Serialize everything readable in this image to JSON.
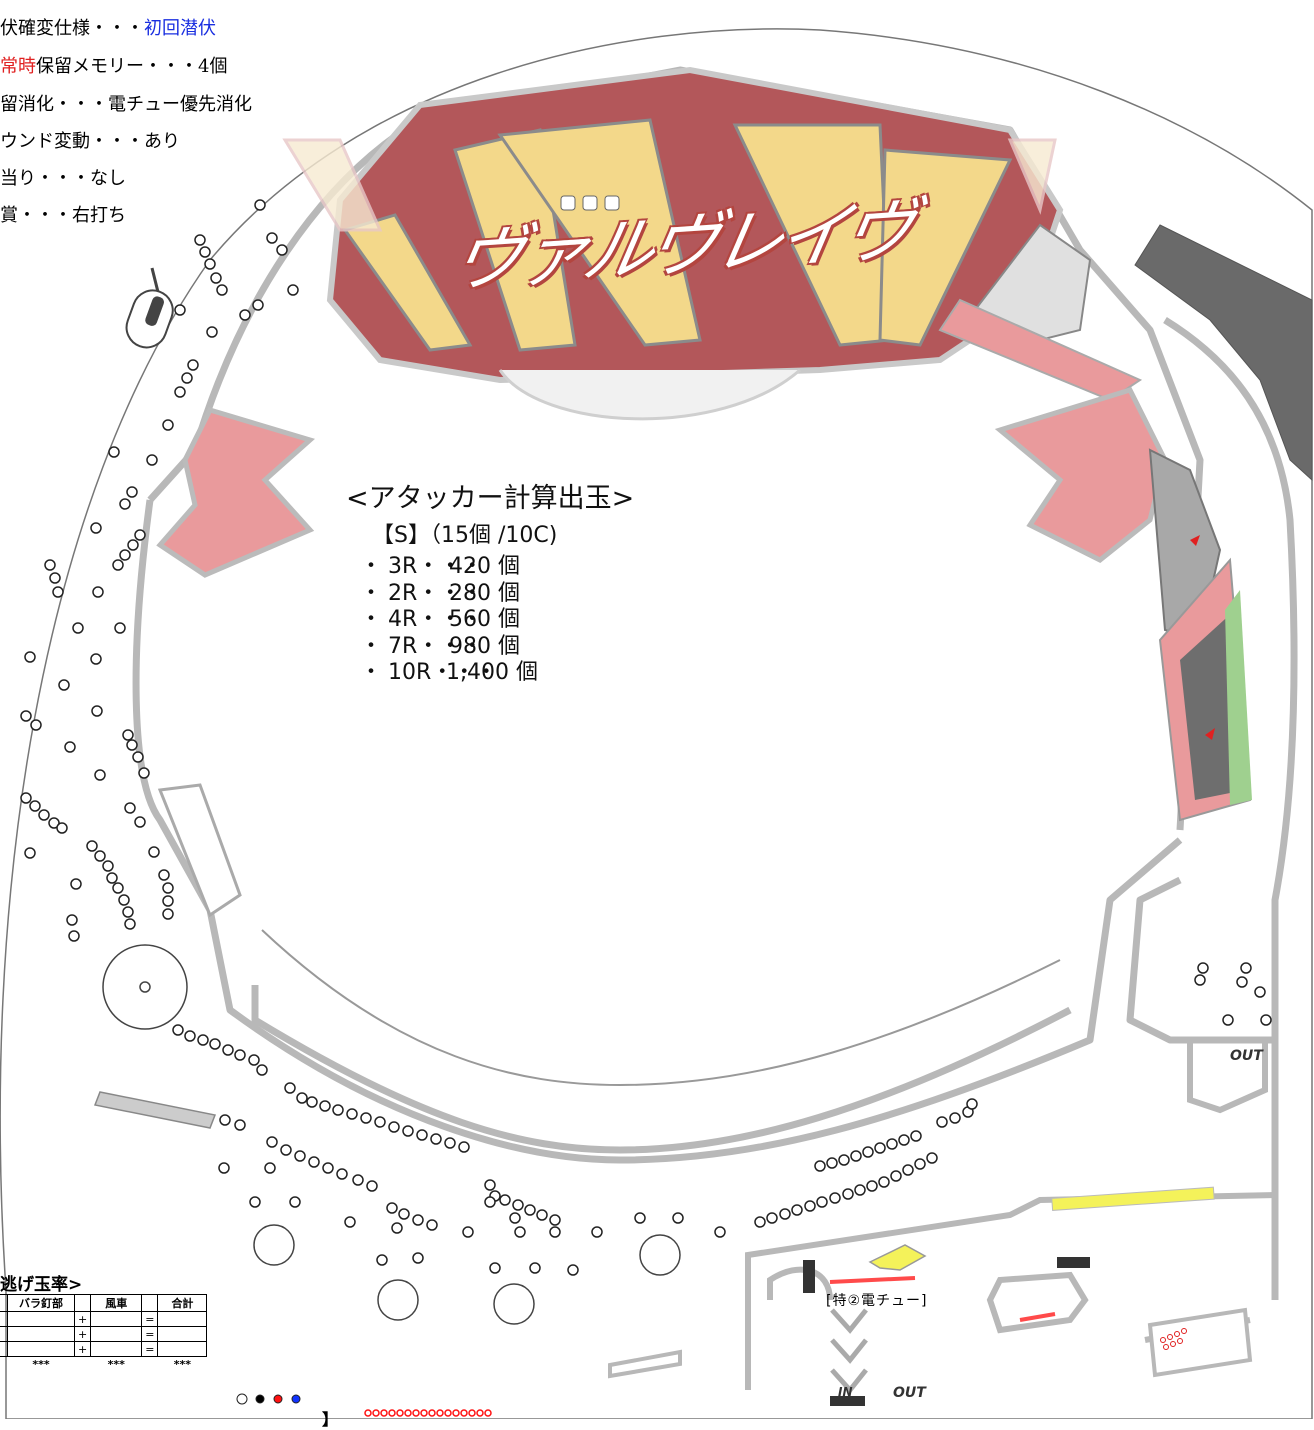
{
  "spec_lines": [
    {
      "label": "伏確変仕様・・・",
      "value": "初回潜伏",
      "value_color": "#1a2fe0"
    },
    {
      "prefix": "常時",
      "prefix_color": "#e02020",
      "label": "保留メモリー・・・",
      "value": "4個"
    },
    {
      "label": "留消化・・・",
      "value": "電チュー優先消化"
    },
    {
      "label": "ウンド変動・・・",
      "value": "あり"
    },
    {
      "label": "当り・・・",
      "value": "なし"
    },
    {
      "label": "賞・・・",
      "value": "右打ち"
    }
  ],
  "logo": {
    "text": "ヴァルヴレイヴ"
  },
  "attacker": {
    "title": "<アタッカー計算出玉>",
    "subtitle": "【S】（15個 /10C)",
    "rows": [
      {
        "bullet": "・",
        "round": "3R・・・",
        "count": "420 個"
      },
      {
        "bullet": "・",
        "round": "2R・・・",
        "count": "280 個"
      },
      {
        "bullet": "・",
        "round": "4R・・・",
        "count": "560 個"
      },
      {
        "bullet": "・",
        "round": "7R・・・",
        "count": "980 個"
      },
      {
        "bullet": "・",
        "round": "10R・・・",
        "count": "1,400 個"
      }
    ]
  },
  "gate_label": "[特②電チュー]",
  "out_labels": {
    "right": "OUT",
    "bottom": "OUT",
    "in": "IN"
  },
  "table": {
    "title": "逃げ玉率>",
    "headers": [
      "バラ釘部",
      "風車",
      "合計"
    ],
    "row_symbols": [
      "+",
      "="
    ],
    "footer": [
      "***",
      "***",
      "***"
    ]
  },
  "bottom": {
    "prefix": "】"
  },
  "colors": {
    "frame_gray": "#b8b8b8",
    "logo_red": "#b3575a",
    "logo_gold": "#f3d88a",
    "pink": "#e99a9c",
    "green": "#9fd08f",
    "dark_gray": "#6a6a6a",
    "yellow": "#f4f25a",
    "ball_red": "#ff1111",
    "ball_blue": "#1133ff"
  }
}
